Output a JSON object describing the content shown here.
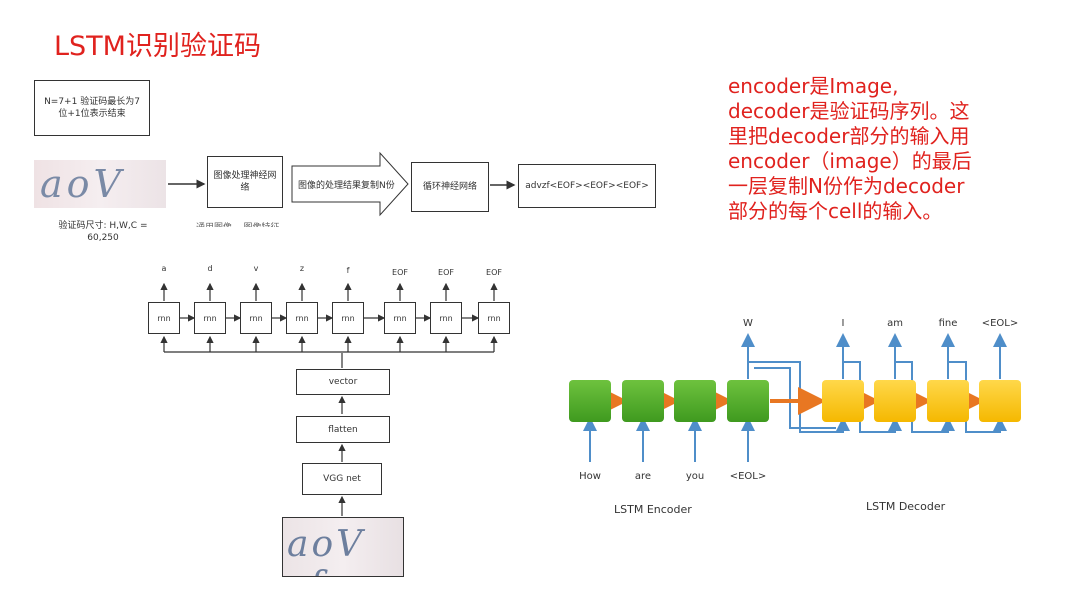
{
  "title": "LSTM识别验证码",
  "note_lines": [
    "encoder是Image,",
    "decoder是验证码序列。这",
    "里把decoder部分的输入用",
    "encoder（image）的最后",
    "一层复制N份作为decoder",
    "部分的每个cell的输入。"
  ],
  "top_diagram": {
    "info_box": "N=7+1 验证码最长为7位+1位表示结束",
    "captcha_text": "aoV zf",
    "process_box": "图像处理神经网络",
    "arrow_label": "图像的处理结果复制N份",
    "rnn_box": "循环神经网络",
    "output_box": "advzf<EOF><EOF><EOF>",
    "size_note": "验证码尺寸: H,W,C = 60,250",
    "cut_note": "通用图像 ...图像特征..."
  },
  "lower_left": {
    "outputs": [
      "a",
      "d",
      "v",
      "z",
      "f",
      "EOF",
      "EOF",
      "EOF"
    ],
    "cell_label": "rnn",
    "vector": "vector",
    "flatten": "flatten",
    "vgg": "VGG net",
    "captcha_text": "aoV zf"
  },
  "seq2seq": {
    "encoder_inputs": [
      "How",
      "are",
      "you",
      "<EOL>"
    ],
    "encoder_out": "W",
    "decoder_outputs": [
      "I",
      "am",
      "fine",
      "<EOL>"
    ],
    "encoder_caption": "LSTM Encoder",
    "decoder_caption": "LSTM Decoder",
    "colors": {
      "encoder": "#4fae2a",
      "decoder": "#ffc900",
      "line": "#4f8ec9",
      "arrow": "#e87722"
    }
  }
}
